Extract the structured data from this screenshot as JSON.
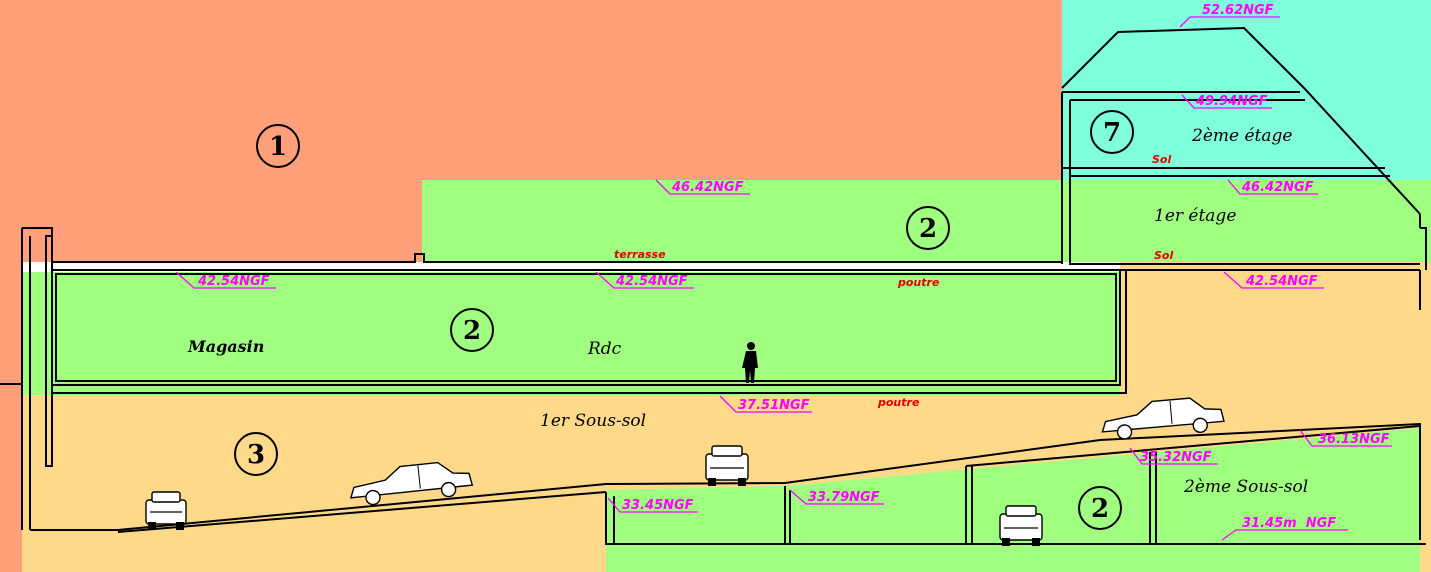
{
  "colors": {
    "zone1": "#ffa07a",
    "zone2": "#a0ff80",
    "zone3": "#ffd98a",
    "zone7": "#80ffdd",
    "level": "#ff00ff",
    "note": "#e00000"
  },
  "zones": [
    "1",
    "2",
    "2",
    "3",
    "7",
    "2"
  ],
  "levels": {
    "roof_top": "52.62NGF",
    "second_floor": "49.94NGF",
    "terrace": "46.42NGF",
    "first_floor": "46.42NGF",
    "slab_left": "42.54NGF",
    "slab_mid": "42.54NGF",
    "slab_right": "42.54NGF",
    "ground_floor_base": "37.51NGF",
    "ramp_top": "36.13NGF",
    "ramp_mid": "35.32NGF",
    "basement2_a": "33.45NGF",
    "basement2_b": "33.79NGF",
    "basement2_floor": "31.45m  NGF"
  },
  "rooms": {
    "magasin": "Magasin",
    "rdc": "Rdc",
    "first_basement": "1er Sous-sol",
    "second_basement": "2ème Sous-sol",
    "first_floor": "1er étage",
    "second_floor": "2ème étage"
  },
  "notes": {
    "terrasse": "terrasse",
    "poutre_top": "poutre",
    "poutre_bottom": "poutre",
    "sol_upper": "Sol",
    "sol_lower": "Sol"
  }
}
